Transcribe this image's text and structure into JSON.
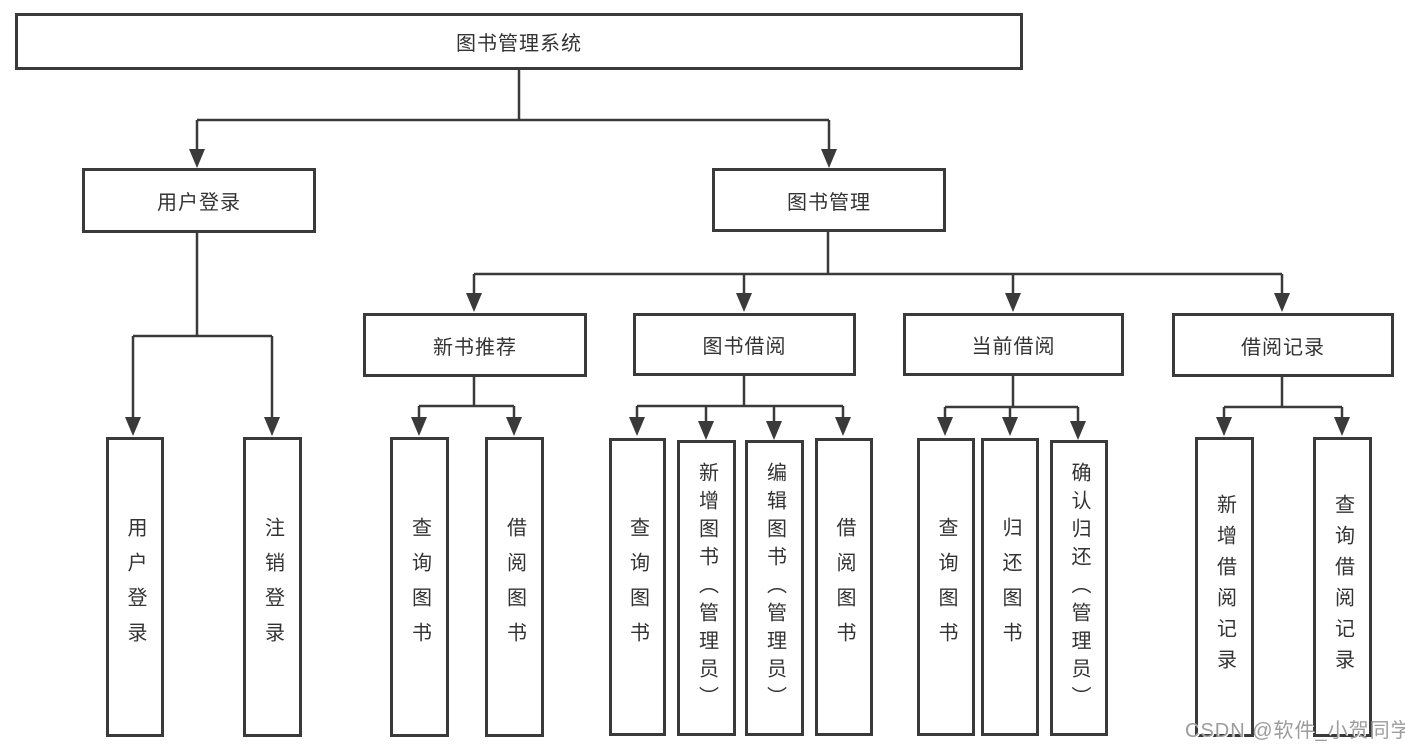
{
  "diagram": {
    "root": {
      "label": "图书管理系统"
    },
    "level2": [
      {
        "label": "用户登录"
      },
      {
        "label": "图书管理"
      }
    ],
    "level3": [
      {
        "label": "新书推荐"
      },
      {
        "label": "图书借阅"
      },
      {
        "label": "当前借阅"
      },
      {
        "label": "借阅记录"
      }
    ],
    "leaves": {
      "user_login": [
        "用户登录",
        "注销登录"
      ],
      "new_book": [
        "查询图书",
        "借阅图书"
      ],
      "book_borrow": [
        "查询图书",
        "新增图书（管理员）",
        "编辑图书（管理员）",
        "借阅图书"
      ],
      "current_borrow": [
        "查询图书",
        "归还图书",
        "确认归还（管理员）"
      ],
      "borrow_records": [
        "新增借阅记录",
        "查询借阅记录"
      ]
    }
  },
  "icons": {
    "arrow_down_icon": "▼"
  },
  "colors": {
    "line": "#3a3a3a",
    "text": "#333333",
    "watermark": "#9c9c9c",
    "background": "#ffffff"
  },
  "watermark": {
    "text": "CSDN @软件_小贺同学"
  }
}
